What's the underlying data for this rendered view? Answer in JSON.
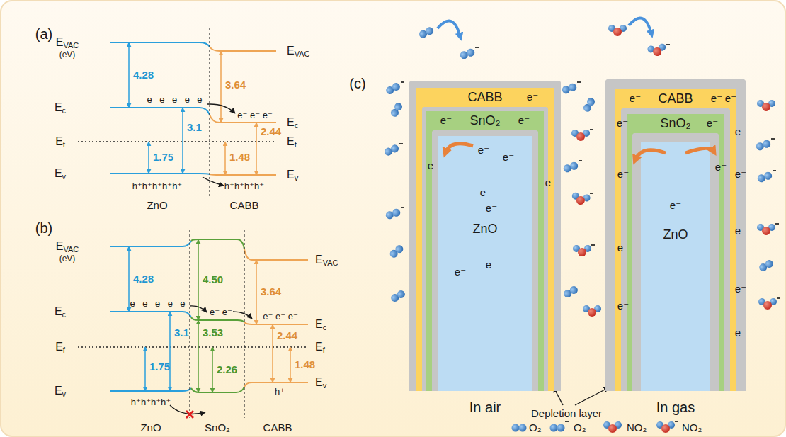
{
  "diagram": {
    "nodes": [
      {
        "text": [
          "CABB"
        ]
      },
      {
        "text": [
          "SnO₂"
        ],
        "in": 0
      },
      {
        "text": [
          "ZnO"
        ],
        "in": 1
      },
      {
        "text": [
          "CABB"
        ]
      },
      {
        "text": [
          "SnO₂"
        ],
        "in": 3
      },
      {
        "text": [
          "ZnO"
        ],
        "in": 4
      }
    ],
    "labels": [
      "(a)",
      "EVAC",
      "(eV)",
      "4.28",
      "3.64",
      "EVAC",
      "Ec",
      "e⁻ e⁻ e⁻ e⁻ e⁻",
      "3.1",
      "e⁻ e⁻ e⁻",
      "Ec",
      "2.44",
      "Ef",
      "Ef",
      "1.75",
      "1.48",
      "Ev",
      "Ev",
      "h⁺h⁺h⁺h⁺h⁺",
      "h⁺h⁺h⁺h⁺",
      "ZnO",
      "CABB",
      "(b)",
      "EVAC",
      "(eV)",
      "4.28",
      "4.50",
      "3.64",
      "EVAC",
      "Ec",
      "e⁻ e⁻ e⁻ e⁻ e⁻",
      "e⁻ e⁻",
      "e⁻ e⁻ e⁻",
      "Ec",
      "3.1",
      "3.53",
      "2.44",
      "Ef",
      "Ef",
      "1.75",
      "2.26",
      "1.48",
      "h⁺",
      "Ev",
      "Ev",
      "h⁺h⁺h⁺h⁺",
      "ZnO",
      "SnO₂",
      "CABB",
      "(c)",
      "In air",
      "In gas",
      "Depletion layer",
      "e⁻",
      "e⁻",
      "e⁻",
      "e⁻",
      "e⁻",
      "e⁻",
      "e⁻",
      "e⁻",
      "e⁻",
      "e⁻",
      "e⁻",
      "e⁻",
      "e⁻",
      "e⁻",
      "e⁻",
      "e⁻",
      "e⁻",
      "e⁻",
      "e⁻",
      "e⁻",
      "e⁻",
      "e⁻",
      "e⁻",
      "e⁻",
      "e⁻",
      "e⁻"
    ],
    "legend": [
      {
        "text": "O₂"
      },
      {
        "text": "O₂⁻"
      },
      {
        "text": "NO₂"
      },
      {
        "text": "NO₂⁻"
      }
    ]
  }
}
